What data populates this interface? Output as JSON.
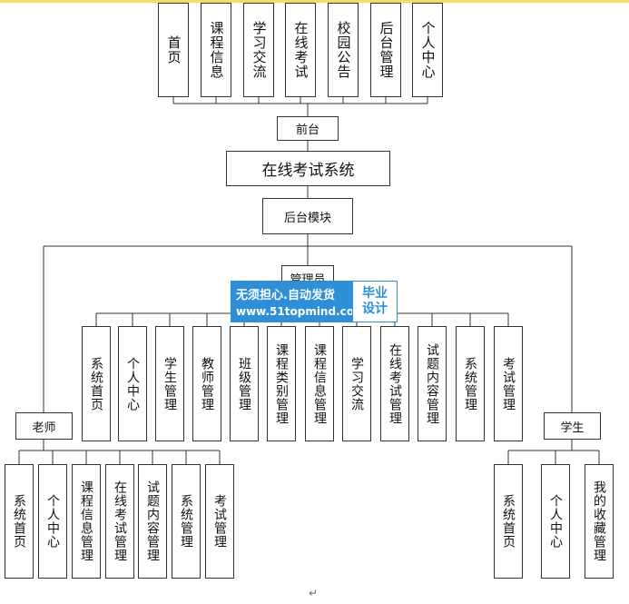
{
  "root": "在线考试系统",
  "frontend": {
    "label": "前台",
    "items": [
      "首页",
      "课程信息",
      "学习交流",
      "在线考试",
      "校园公告",
      "后台管理",
      "个人中心"
    ]
  },
  "backend": {
    "label": "后台模块"
  },
  "admin": {
    "label": "管理员",
    "items": [
      "系统首页",
      "个人中心",
      "学生管理",
      "教师管理",
      "班级管理",
      "课程类别管理",
      "课程信息管理",
      "学习交流",
      "在线考试管理",
      "试题内容管理",
      "系统管理",
      "考试管理"
    ]
  },
  "teacher": {
    "label": "老师",
    "items": [
      "系统首页",
      "个人中心",
      "课程信息管理",
      "在线考试管理",
      "试题内容管理",
      "系统管理",
      "考试管理"
    ]
  },
  "student": {
    "label": "学生",
    "items": [
      "系统首页",
      "个人中心",
      "我的收藏管理"
    ]
  },
  "watermark": {
    "line1": "无须担心.自动发货",
    "line2": "www.51topmind.com",
    "badge1": "毕业",
    "badge2": "设计"
  },
  "paragraph_mark": "↵"
}
